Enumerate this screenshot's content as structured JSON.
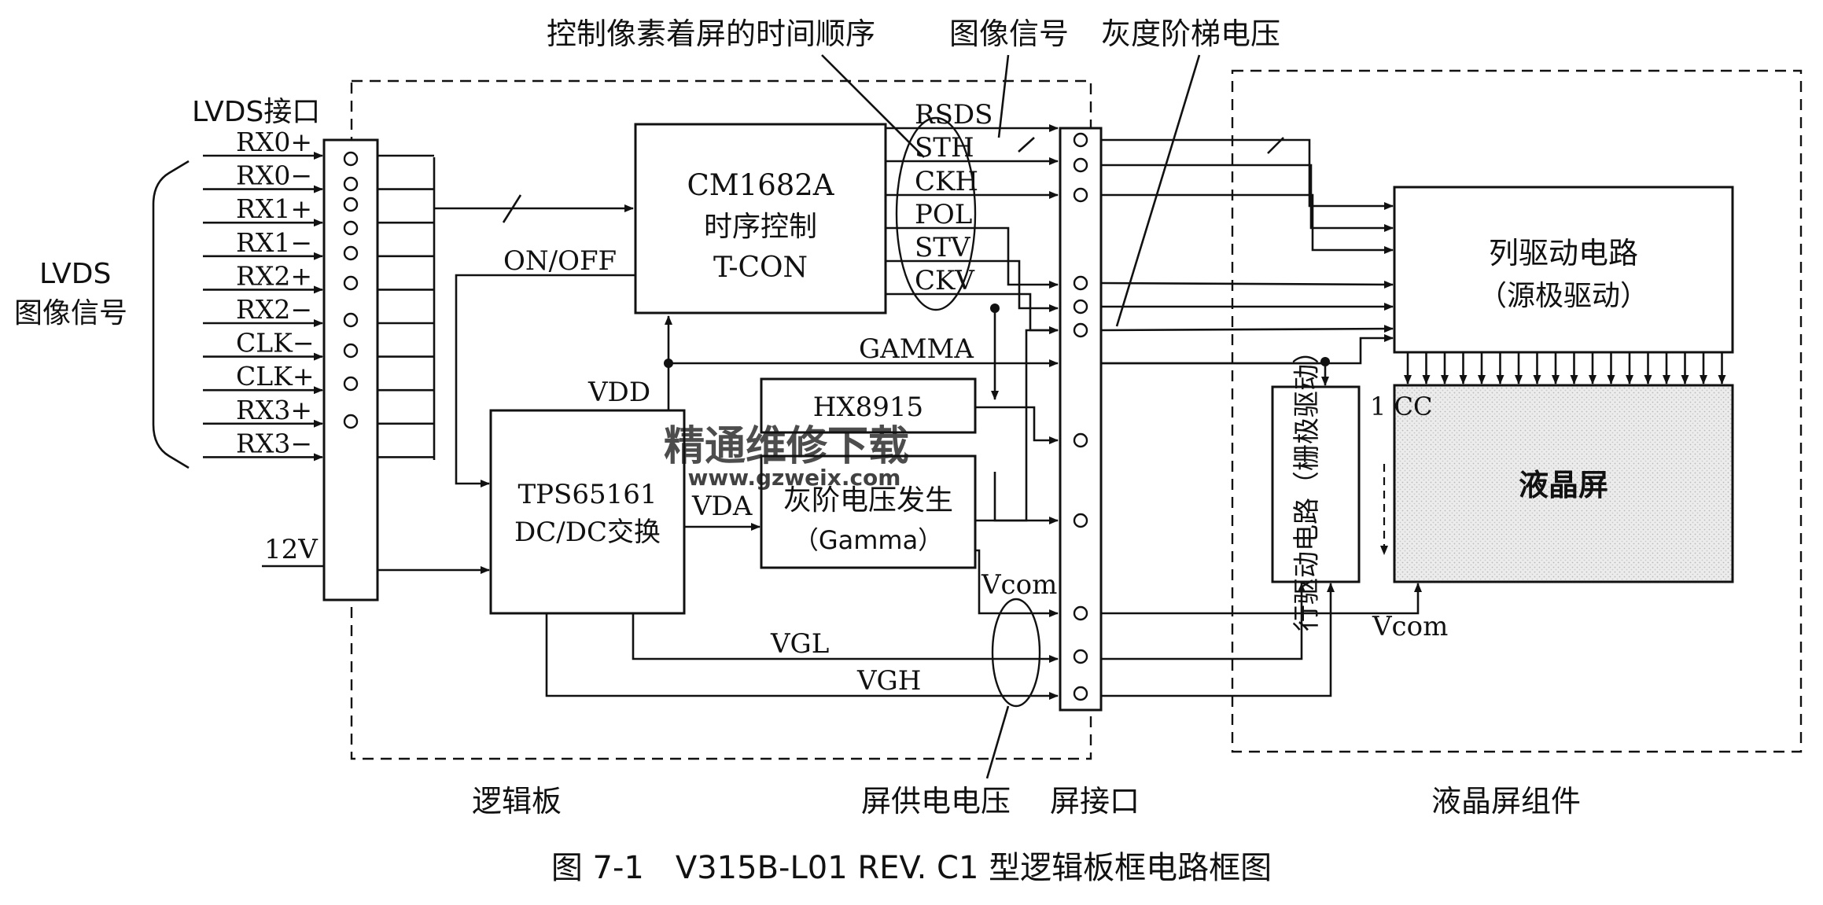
{
  "annotations": {
    "timing_order": "控制像素着屏的时间顺序",
    "image_signal": "图像信号",
    "gray_ladder": "灰度阶梯电压",
    "lvds_interface": "LVDS接口",
    "lvds_signal_line1": "LVDS",
    "lvds_signal_line2": "图像信号",
    "screen_supply": "屏供电电压",
    "screen_interface": "屏接口"
  },
  "lvds_pins": [
    "RX0+",
    "RX0−",
    "RX1+",
    "RX1−",
    "RX2+",
    "RX2−",
    "CLK−",
    "CLK+",
    "RX3+",
    "RX3−"
  ],
  "tcon": {
    "line1": "CM1682A",
    "line2": "时序控制",
    "line3": "T-CON"
  },
  "tcon_signals": [
    "RSDS",
    "STH",
    "CKH",
    "POL",
    "STV",
    "CKV"
  ],
  "dcdc": {
    "line1": "TPS65161",
    "line2": "DC/DC交换"
  },
  "hx_chip": "HX8915",
  "gamma_block": {
    "line1": "灰阶电压发生",
    "line2": "（Gamma）"
  },
  "nets": {
    "on_off": "ON/OFF",
    "vdd": "VDD",
    "vda": "VDA",
    "gamma": "GAMMA",
    "v12": "12V",
    "vgl": "VGL",
    "vgh": "VGH",
    "vcom_left": "Vcom",
    "vcom_right": "Vcom",
    "cc": "1 CC"
  },
  "column_driver": {
    "line1": "列驱动电路",
    "line2": "（源极驱动）"
  },
  "row_driver": "行驱动电路（栅极驱动）",
  "lcd_panel": "液晶屏",
  "watermark": {
    "cn": "精通维修下载",
    "url": "www.gzweix.com"
  },
  "region_labels": {
    "logic_board": "逻辑板",
    "lcd_module": "液晶屏组件"
  },
  "caption": "图 7-1　V315B-L01 REV. C1 型逻辑板框电路框图"
}
